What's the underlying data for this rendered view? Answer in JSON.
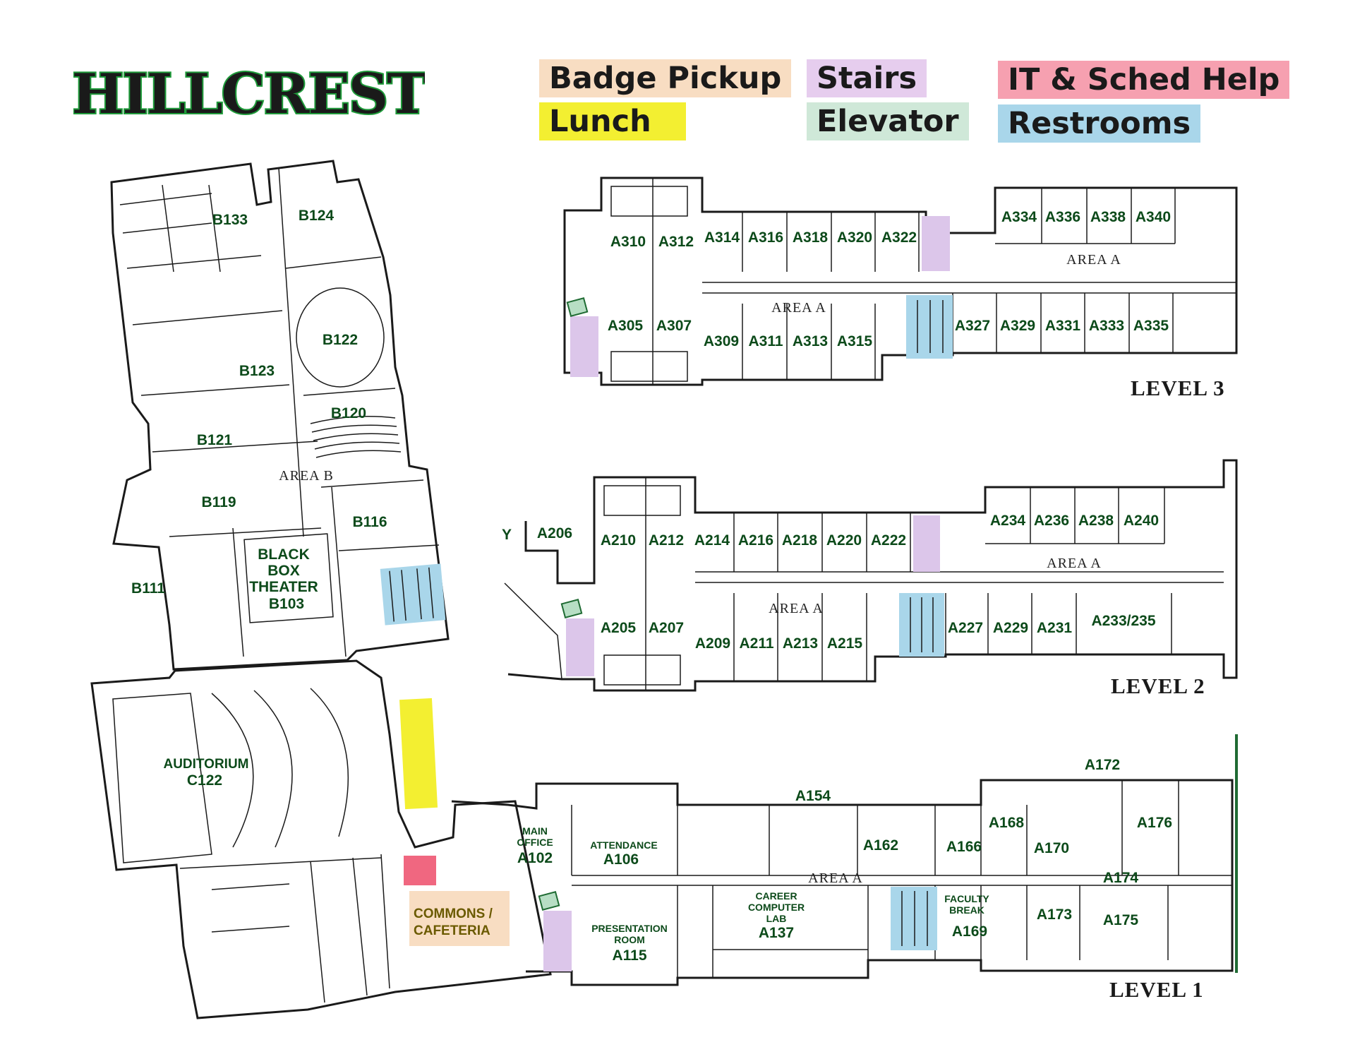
{
  "logo": {
    "text": "HILLCREST",
    "color": "#1a1a1a",
    "outline": "#1f9a3a"
  },
  "legend": [
    {
      "id": "badge",
      "label": "Badge Pickup",
      "color": "#f8ddc2"
    },
    {
      "id": "lunch",
      "label": "Lunch",
      "color": "#f3ef31"
    },
    {
      "id": "stairs",
      "label": "Stairs",
      "color": "#e6cdee"
    },
    {
      "id": "elevator",
      "label": "Elevator",
      "color": "#cfe8d8"
    },
    {
      "id": "it",
      "label": "IT & Sched Help",
      "color": "#f6a0b0"
    },
    {
      "id": "restrooms",
      "label": "Restrooms",
      "color": "#a9d6ea"
    }
  ],
  "levels": {
    "level3": "LEVEL 3",
    "level2": "LEVEL 2",
    "level1": "LEVEL 1"
  },
  "areas": {
    "a": "AREA A",
    "b": "AREA B"
  },
  "area_b_rooms": {
    "b133": "B133",
    "b124": "B124",
    "b122": "B122",
    "b123": "B123",
    "b120": "B120",
    "b121": "B121",
    "b119": "B119",
    "b116": "B116",
    "b111": "B111",
    "bbt1": "BLACK",
    "bbt2": "BOX",
    "bbt3": "THEATER",
    "b103": "B103",
    "aud1": "AUDITORIUM",
    "c122": "C122",
    "commons1": "COMMONS /",
    "commons2": "CAFETERIA"
  },
  "level3_rooms": [
    "A310",
    "A312",
    "A314",
    "A316",
    "A318",
    "A320",
    "A322",
    "A334",
    "A336",
    "A338",
    "A340",
    "A305",
    "A307",
    "A309",
    "A311",
    "A313",
    "A315",
    "A327",
    "A329",
    "A331",
    "A333",
    "A335"
  ],
  "level2_rooms": [
    "A206",
    "A210",
    "A212",
    "A214",
    "A216",
    "A218",
    "A220",
    "A222",
    "A234",
    "A236",
    "A238",
    "A240",
    "A205",
    "A207",
    "A209",
    "A211",
    "A213",
    "A215",
    "A227",
    "A229",
    "A231",
    "A233/235"
  ],
  "level2_edge": "Y",
  "level1_rooms": {
    "main1": "MAIN",
    "main2": "OFFICE",
    "a102": "A102",
    "att": "ATTENDANCE",
    "a106": "A106",
    "a154": "A154",
    "a162": "A162",
    "a166": "A166",
    "a168": "A168",
    "a170": "A170",
    "a172": "A172",
    "a176": "A176",
    "a174": "A174",
    "pres1": "PRESENTATION",
    "pres2": "ROOM",
    "a115": "A115",
    "car1": "CAREER",
    "car2": "COMPUTER",
    "car3": "LAB",
    "a137": "A137",
    "fac1": "FACULTY",
    "fac2": "BREAK",
    "a169": "A169",
    "a173": "A173",
    "a175": "A175"
  }
}
